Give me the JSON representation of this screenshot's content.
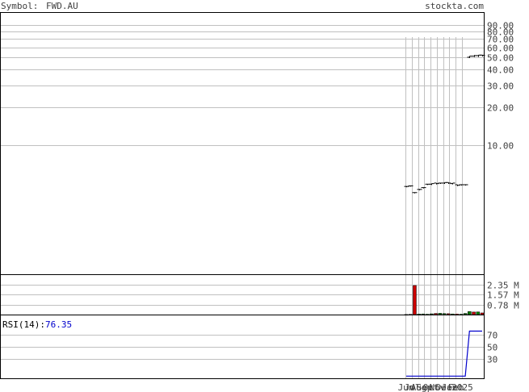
{
  "header": {
    "symbol_label": "Symbol:",
    "symbol": "FWD.AU",
    "site": "stockta.com"
  },
  "colors": {
    "frame": "#000000",
    "grid": "#c0c0c0",
    "text": "#404040",
    "price_bar": "#000000",
    "volume_up": "#008000",
    "volume_down": "#cc0000",
    "rsi_line": "#0000cc",
    "rsi_value": "#0000cc"
  },
  "chart_data": [
    {
      "type": "bar",
      "panel": "price",
      "scale": "log",
      "ylim": [
        1,
        100
      ],
      "yticks": [
        "90.00",
        "80.00",
        "70.00",
        "60.00",
        "50.00",
        "40.00",
        "30.00",
        "20.00",
        "10.00"
      ],
      "ytick_values": [
        90,
        80,
        70,
        60,
        50,
        40,
        30,
        20,
        10
      ],
      "grid": true,
      "bars": [
        {
          "low": 4.7,
          "high": 4.7,
          "open": 4.7,
          "close": 4.7
        },
        {
          "low": 4.75,
          "high": 4.75,
          "open": 4.75,
          "close": 4.75
        },
        {
          "low": 4.2,
          "high": 4.2,
          "open": 4.2,
          "close": 4.2
        },
        {
          "low": 4.45,
          "high": 4.45,
          "open": 4.45,
          "close": 4.45
        },
        {
          "low": 4.6,
          "high": 4.6,
          "open": 4.6,
          "close": 4.6
        },
        {
          "low": 4.9,
          "high": 4.9,
          "open": 4.9,
          "close": 4.9
        },
        {
          "low": 4.9,
          "high": 4.95,
          "open": 4.9,
          "close": 4.95
        },
        {
          "low": 4.95,
          "high": 5.0,
          "open": 5.0,
          "close": 4.95
        },
        {
          "low": 5.0,
          "high": 5.0,
          "open": 5.0,
          "close": 5.0
        },
        {
          "low": 5.0,
          "high": 5.05,
          "open": 5.0,
          "close": 5.05
        },
        {
          "low": 5.0,
          "high": 5.05,
          "open": 5.05,
          "close": 5.0
        },
        {
          "low": 4.95,
          "high": 5.0,
          "open": 4.95,
          "close": 5.0
        },
        {
          "low": 4.8,
          "high": 4.85,
          "open": 4.85,
          "close": 4.8
        },
        {
          "low": 4.85,
          "high": 4.85,
          "open": 4.85,
          "close": 4.85
        },
        {
          "low": 4.85,
          "high": 4.85,
          "open": 4.85,
          "close": 4.85
        },
        {
          "low": 50.0,
          "high": 51.0,
          "open": 50.0,
          "close": 51.0
        },
        {
          "low": 51.0,
          "high": 52.0,
          "open": 51.0,
          "close": 51.5
        },
        {
          "low": 51.0,
          "high": 52.0,
          "open": 51.5,
          "close": 52.0
        },
        {
          "low": 51.5,
          "high": 52.0,
          "open": 52.0,
          "close": 51.8
        }
      ]
    },
    {
      "type": "bar",
      "panel": "volume",
      "ylim": [
        0,
        3.0
      ],
      "unit": "M",
      "yticks": [
        "2.35 M",
        "1.57 M",
        "0.78 M"
      ],
      "ytick_values": [
        2.35,
        1.57,
        0.78
      ],
      "grid": true,
      "values": [
        0.01,
        0.02,
        2.3,
        0.04,
        0.05,
        0.03,
        0.06,
        0.09,
        0.1,
        0.08,
        0.07,
        0.05,
        0.04,
        0.03,
        0.09,
        0.24,
        0.2,
        0.21,
        0.13
      ],
      "directions": [
        "up",
        "down",
        "down",
        "up",
        "up",
        "up",
        "up",
        "down",
        "up",
        "up",
        "down",
        "up",
        "down",
        "up",
        "up",
        "up",
        "down",
        "up",
        "down"
      ]
    },
    {
      "type": "line",
      "panel": "rsi",
      "label": "RSI(14):",
      "current": "76.35",
      "ylim": [
        0,
        100
      ],
      "yticks": [
        "70",
        "50",
        "30"
      ],
      "ytick_values": [
        70,
        50,
        30
      ],
      "grid": true,
      "values": [
        1,
        1,
        1,
        1,
        1,
        1,
        1,
        1,
        1,
        1,
        1,
        1,
        1,
        1,
        1,
        76.35,
        76.35,
        76.35,
        76.35
      ]
    },
    {
      "type": "axis",
      "panel": "x",
      "labels": [
        "Jun",
        "Jul",
        "Aug",
        "Sep",
        "Oct",
        "Nov",
        "Dec",
        "Jan",
        "Feb",
        "2025"
      ]
    }
  ]
}
